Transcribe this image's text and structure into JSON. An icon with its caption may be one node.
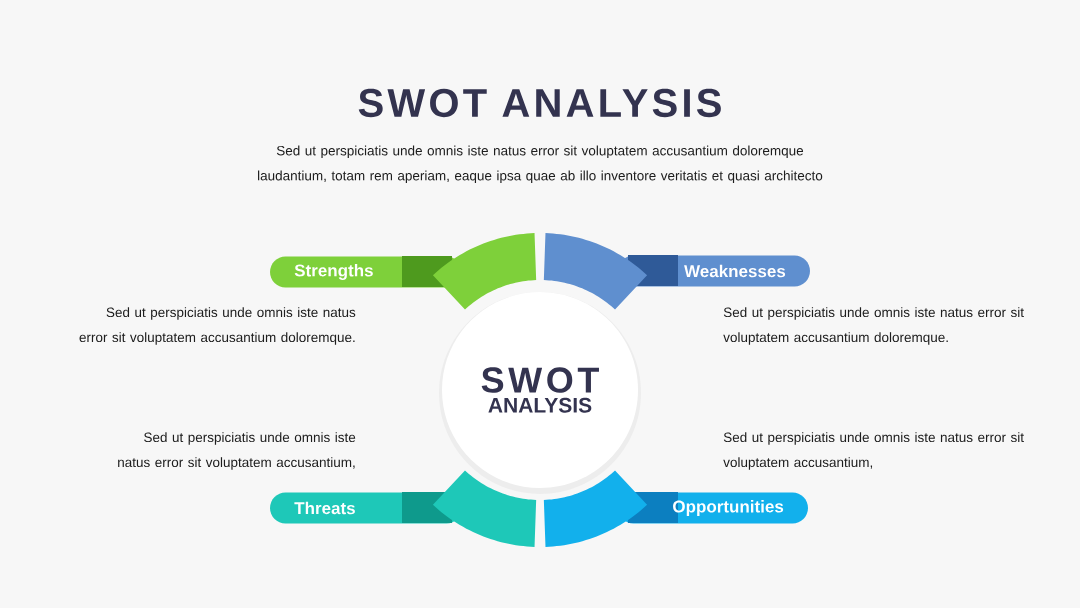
{
  "diagram": {
    "title": "SWOT ANALYSIS",
    "nodes": [
      {
        "text": [
          "SWOT",
          "ANALYSIS"
        ]
      },
      {
        "text": [
          "Strengths"
        ],
        "beside": [
          "Sed ut perspiciatis unde omnis iste natus error sit voluptatem accusantium doloremque."
        ]
      },
      {
        "text": [
          "Weaknesses"
        ],
        "beside": [
          "Sed ut perspiciatis unde omnis iste natus error sit voluptatem accusantium doloremque."
        ]
      },
      {
        "text": [
          "Threats"
        ],
        "beside": [
          "Sed ut perspiciatis unde omnis iste natus error sit voluptatem accusantium,"
        ]
      },
      {
        "text": [
          "Opportunities"
        ],
        "beside": [
          "Sed ut perspiciatis unde omnis iste natus error sit voluptatem accusantium,"
        ]
      }
    ],
    "labels": [
      "Sed ut perspiciatis unde omnis iste natus error sit voluptatem accusantium doloremque laudantium, totam rem aperiam, eaque ipsa quae ab illo inventore veritatis et quasi architecto"
    ]
  }
}
